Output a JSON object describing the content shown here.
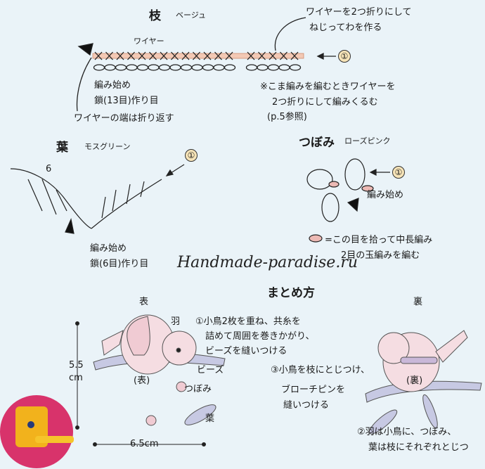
{
  "branch": {
    "title": "枝",
    "color": "ベージュ",
    "wire_label": "ワイヤー",
    "fold_note": [
      "ワイヤーを2つ折りにして",
      "ねじってわを作る"
    ],
    "row_marker": "①",
    "start_label": "編み始め",
    "chain_label": "鎖(13目)作り目",
    "wire_end_note": "ワイヤーの端は折り返す",
    "wrap_note": [
      "※こま編みを編むときワイヤーを",
      "2つ折りにして編みくるむ",
      "(p.5参照)"
    ]
  },
  "leaf": {
    "title": "葉",
    "color": "モスグリーン",
    "count": "6",
    "row_marker": "①",
    "start_label": "編み始め",
    "chain_label": "鎖(6目)作り目"
  },
  "bud": {
    "title": "つぼみ",
    "color": "ローズピンク",
    "row_marker": "①",
    "start_label": "編み始め",
    "legend": [
      "=この目を拾って中長編み",
      "2目の玉編みを編む"
    ]
  },
  "watermark": "Handmade-paradise.ru",
  "assembly": {
    "title": "まとめ方",
    "front": "表",
    "back": "裏",
    "wing": "羽",
    "bead": "ビーズ",
    "bud": "つぼみ",
    "leaf": "葉",
    "front_body": "(表)",
    "back_body": "(裏)",
    "height": [
      "5.5",
      "cm"
    ],
    "width": "6.5cm",
    "step1": [
      "①小鳥2枚を重ね、共糸を",
      "詰めて周囲を巻きかがり、",
      "ビーズを縫いつける"
    ],
    "step2": [
      "②羽は小鳥に、つぼみ、",
      "葉は枝にそれぞれとじつ"
    ],
    "step3": [
      "③小鳥を枝にとじつけ、",
      "ブローチピンを",
      "縫いつける"
    ]
  }
}
